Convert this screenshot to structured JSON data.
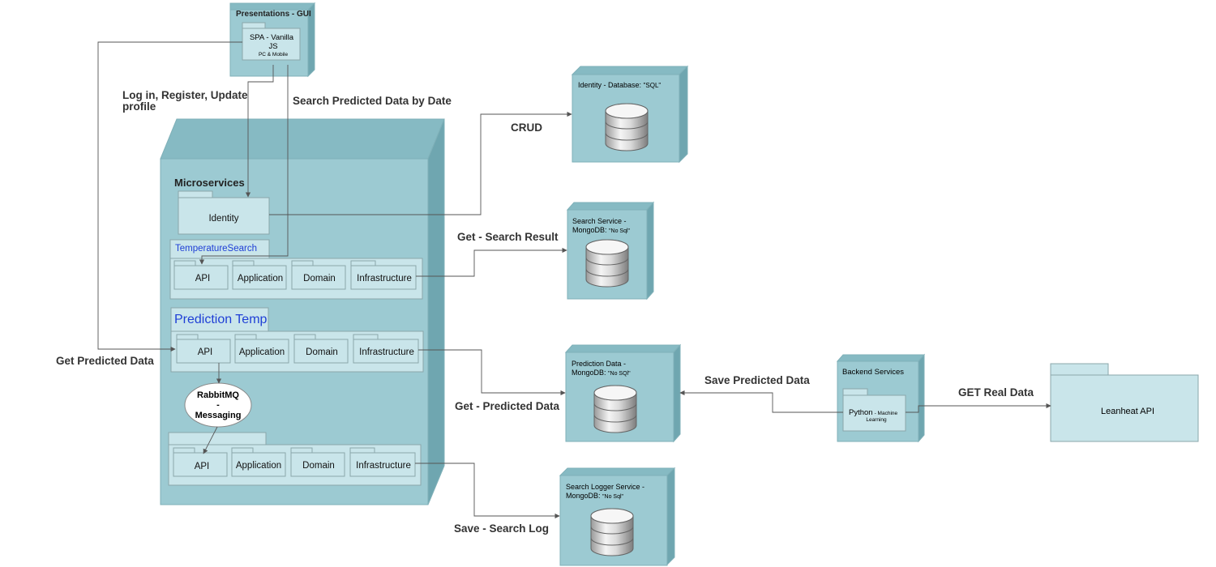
{
  "colors": {
    "node_face": "#9ccad2",
    "node_top": "#86bac3",
    "node_side": "#6fa6b0",
    "node_border": "#7fb0b8",
    "package_fill": "#c9e5ea",
    "package_border": "#8aa7ab",
    "title_blue": "#1f3fd6",
    "edge": "#555555",
    "db_light": "#f2f2f2",
    "db_dark": "#8a8a8a"
  },
  "presentation": {
    "title": "Presentations - GUI",
    "spa_line1": "SPA - Vanilla",
    "spa_line2": "JS",
    "spa_line3": "PC & Mobile"
  },
  "microservices": {
    "title": "Microservices",
    "identity": "Identity",
    "temperature_search": {
      "title": "TemperatureSearch",
      "components": [
        "API",
        "Application",
        "Domain",
        "Infrastructure"
      ]
    },
    "prediction_temp": {
      "title": "Prediction Temp",
      "components": [
        "API",
        "Application",
        "Domain",
        "Infrastructure"
      ]
    },
    "rabbitmq": {
      "line1": "RabbitMQ",
      "line2": "-",
      "line3": "Messaging"
    },
    "logger": {
      "components": [
        "API",
        "Application",
        "Domain",
        "Infrastructure"
      ]
    }
  },
  "databases": {
    "identity_db": {
      "title": "Identity - Database: ",
      "sub": "\"SQL\""
    },
    "search_db": {
      "line1": "Search Service -",
      "line2": "MongoDB: ",
      "sub": "\"No Sql\""
    },
    "prediction_db": {
      "line1": "Prediction Data -",
      "line2": "MongoDB: ",
      "sub": "\"No SQl\""
    },
    "logger_db": {
      "line1": "Search Logger Service -",
      "line2": "MongoDB: ",
      "sub": "\"No Sql\""
    }
  },
  "backend": {
    "title": "Backend Services",
    "python": "Python",
    "python_sub1": "- Machine",
    "python_sub2": "Learning"
  },
  "leanheat": {
    "label": "Leanheat API"
  },
  "edges": {
    "login_line1": "Log in, Register, Update",
    "login_line2": "profile",
    "search_by_date": "Search Predicted Data by Date",
    "get_predicted": "Get Predicted Data",
    "crud": "CRUD",
    "get_search_result": "Get - Search Result",
    "get_predicted_data": "Get - Predicted Data",
    "save_search_log": "Save - Search Log",
    "save_predicted": "Save Predicted Data",
    "get_real": "GET Real Data"
  }
}
